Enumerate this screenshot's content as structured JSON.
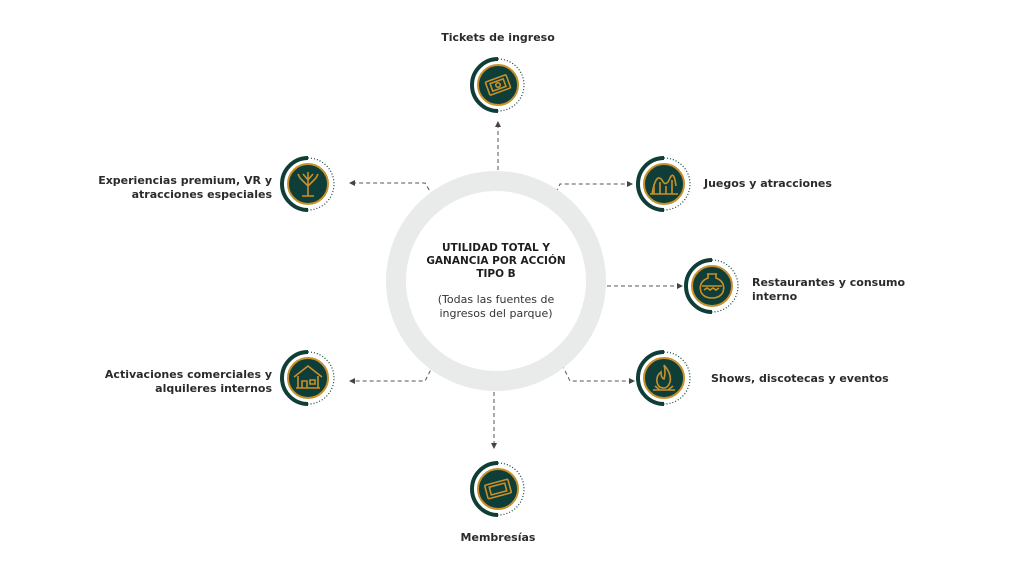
{
  "hub": {
    "title_lines": [
      "UTILIDAD TOTAL Y",
      "GANANCIA POR ACCIÓN",
      "TIPO B"
    ],
    "subtitle_lines": [
      "(Todas las fuentes de",
      "ingresos del parque)"
    ]
  },
  "nodes": [
    {
      "id": "tickets",
      "label_lines": [
        "Tickets de ingreso"
      ],
      "icon": "ticket-icon"
    },
    {
      "id": "experiencias",
      "label_lines": [
        "Experiencias premium, VR y",
        "atracciones especiales"
      ],
      "icon": "tree-icon"
    },
    {
      "id": "juegos",
      "label_lines": [
        "Juegos y atracciones"
      ],
      "icon": "rollercoaster-icon"
    },
    {
      "id": "restaurantes",
      "label_lines": [
        "Restaurantes y consumo",
        "interno"
      ],
      "icon": "clay-pot-icon"
    },
    {
      "id": "activaciones",
      "label_lines": [
        "Activaciones comerciales y",
        "alquileres internos"
      ],
      "icon": "hut-icon"
    },
    {
      "id": "shows",
      "label_lines": [
        "Shows, discotecas y eventos"
      ],
      "icon": "fire-icon"
    },
    {
      "id": "membresias",
      "label_lines": [
        "Membresías"
      ],
      "icon": "card-ticket-icon"
    }
  ],
  "colors": {
    "dark_green": "#0f3d37",
    "gold": "#c8902a",
    "hub_ring": "#e9ebea",
    "connector": "#555555"
  }
}
